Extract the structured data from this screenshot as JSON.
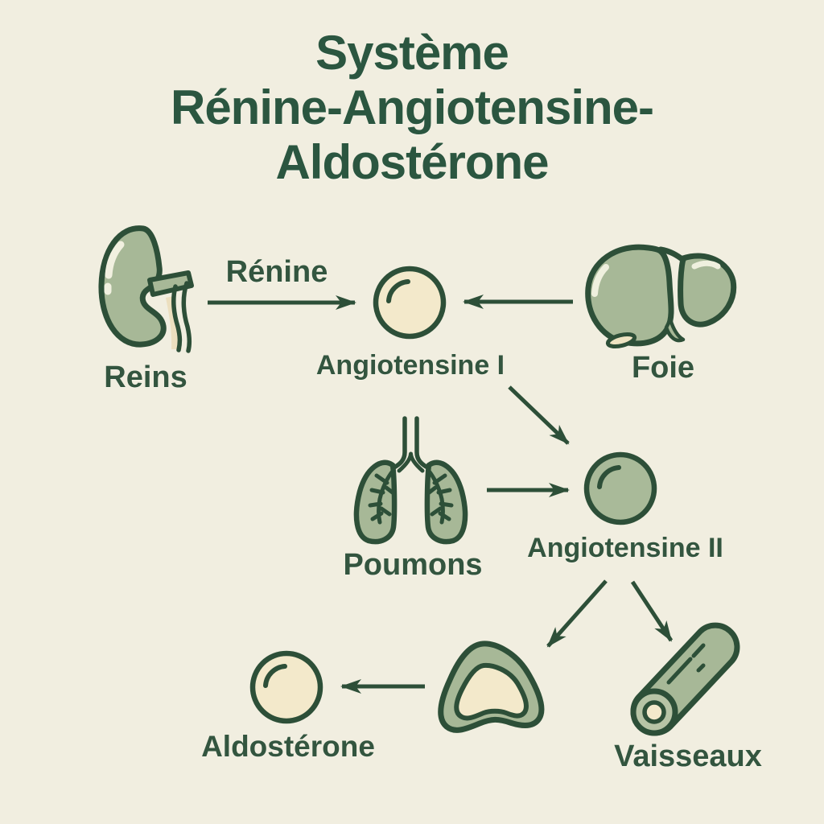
{
  "title": {
    "lines": [
      "Système",
      "Rénine-Angiotensine-",
      "Aldostérone"
    ]
  },
  "labels": {
    "kidneys": "Reins",
    "renin": "Rénine",
    "angiotensin_i": "Angiotensine I",
    "liver": "Foie",
    "lungs": "Poumons",
    "angiotensin_ii": "Angiotensine II",
    "aldosterone": "Aldostérone",
    "vessels": "Vaisseaux"
  },
  "colors": {
    "background": "#f1eee0",
    "ink_outline": "#2d4f38",
    "title_text": "#2b5640",
    "label_text": "#33553f",
    "organ_fill": "#a7b897",
    "organ_fill_light": "#b7c4a6",
    "cream_fill": "#f3e9cb",
    "highlight": "#eff0de"
  },
  "icons": [
    "kidney-icon",
    "liver-icon",
    "lungs-icon",
    "adrenal-gland-icon",
    "blood-vessel-icon",
    "angiotensin1-circle",
    "angiotensin2-circle",
    "aldosterone-circle"
  ],
  "arrows": [
    {
      "name": "renin-arrow",
      "from": "kidneys",
      "to": "angiotensin_i"
    },
    {
      "name": "liver-arrow",
      "from": "liver",
      "to": "angiotensin_i"
    },
    {
      "name": "conversion-arrow",
      "from": "angiotensin_i",
      "to": "angiotensin_ii"
    },
    {
      "name": "lungs-arrow",
      "from": "lungs",
      "to": "angiotensin_ii"
    },
    {
      "name": "adrenal-arrow",
      "from": "angiotensin_ii",
      "to": "adrenal-gland"
    },
    {
      "name": "vessel-arrow",
      "from": "angiotensin_ii",
      "to": "vessels"
    },
    {
      "name": "aldosterone-arrow",
      "from": "adrenal-gland",
      "to": "aldosterone"
    }
  ]
}
